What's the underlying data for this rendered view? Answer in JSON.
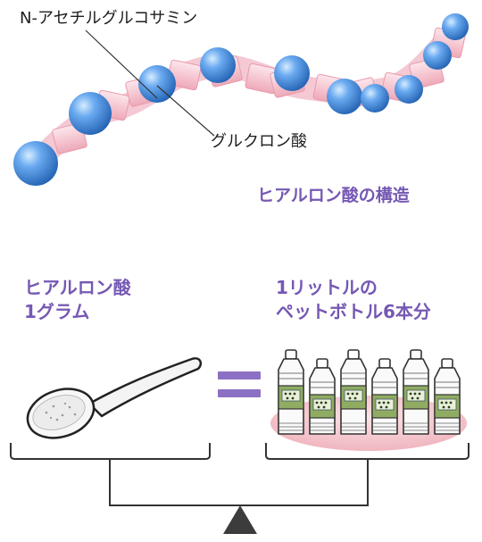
{
  "labels": {
    "n_acetylglucosamine": "N-アセチルグルコサミン",
    "glucuronic_acid": "グルクロン酸",
    "structure_caption": "ヒアルロン酸の構造",
    "ha_line1": "ヒアルロン酸",
    "ha_line2": "1グラム",
    "bottle_line1": "1リットルの",
    "bottle_line2": "ペットボトル6本分"
  },
  "colors": {
    "text_dark": "#1e1e1e",
    "text_purple": "#7558b3",
    "sphere_blue": "#3f84d4",
    "block_pink": "#f2bcc8",
    "equals_purple": "#8c70c4",
    "tray_pink": "#f3c6cd",
    "bottle_green": "#8fac62"
  },
  "illustration": {
    "sphere_count": 10,
    "bottle_count": 6,
    "equals_symbol": "=",
    "balance": "fulcrum-triangle"
  }
}
